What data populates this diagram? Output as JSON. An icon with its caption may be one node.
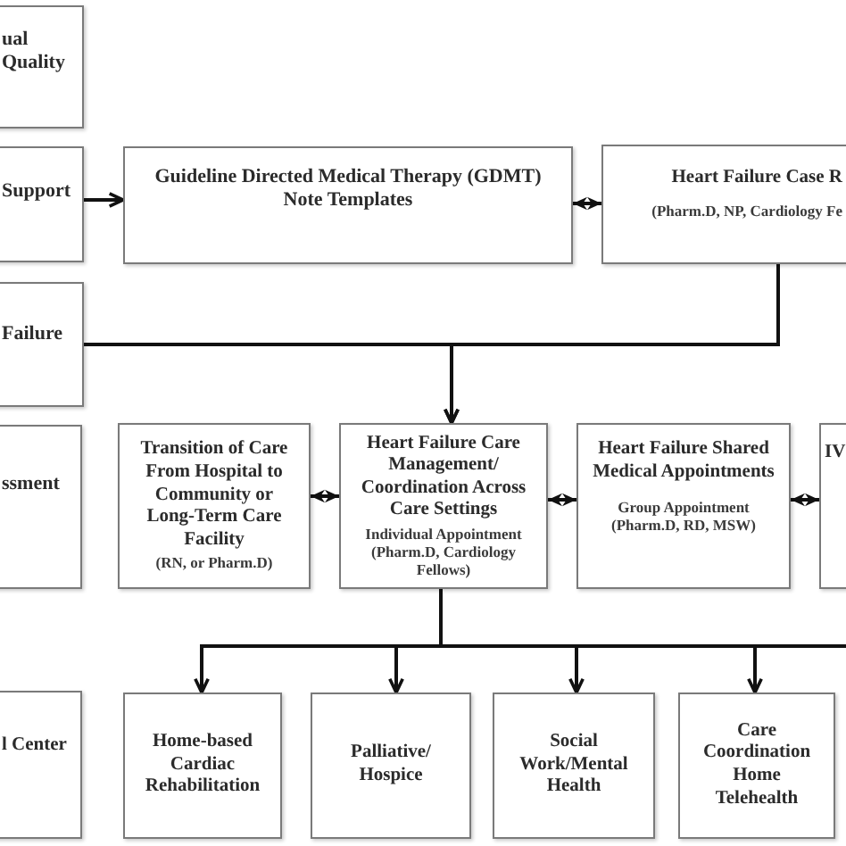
{
  "diagram": {
    "nodes": [
      {
        "text": [
          "ual Quality"
        ]
      },
      {
        "text": [
          "Support"
        ]
      },
      {
        "text": [
          "Guideline Directed Medical Therapy (GDMT) Note Templates"
        ]
      },
      {
        "text": [
          "Heart Failure Case R",
          "(Pharm.D, NP, Cardiology Fe"
        ]
      },
      {
        "text": [
          "Failure"
        ]
      },
      {
        "text": [
          "ssment"
        ]
      },
      {
        "text": [
          "Transition of Care From Hospital to Community or Long-Term Care Facility",
          "(RN, or Pharm.D)"
        ]
      },
      {
        "text": [
          "Heart Failure Care Management/ Coordination Across Care Settings",
          "Individual Appointment (Pharm.D, Cardiology Fellows)"
        ]
      },
      {
        "text": [
          "Heart Failure Shared Medical Appointments",
          "Group Appointment (Pharm.D, RD, MSW)"
        ]
      },
      {
        "text": [
          "IV"
        ]
      },
      {
        "text": [
          "l Center"
        ]
      },
      {
        "text": [
          "Home-based Cardiac Rehabilitation"
        ]
      },
      {
        "text": [
          "Palliative/ Hospice"
        ]
      },
      {
        "text": [
          "Social Work/Mental Health"
        ]
      },
      {
        "text": [
          "Care Coordination Home Telehealth"
        ]
      }
    ],
    "edges": [
      {
        "from": 1,
        "to": 2,
        "arrow": "to"
      },
      {
        "from": 2,
        "to": 3,
        "arrow": "both"
      },
      {
        "from": 4,
        "to": 7,
        "arrow": "to"
      },
      {
        "from": 3,
        "to": 7,
        "arrow": "to"
      },
      {
        "from": 6,
        "to": 7,
        "arrow": "both"
      },
      {
        "from": 7,
        "to": 8,
        "arrow": "both"
      },
      {
        "from": 8,
        "to": 9,
        "arrow": "both"
      },
      {
        "from": 7,
        "to": 11,
        "arrow": "to"
      },
      {
        "from": 7,
        "to": 12,
        "arrow": "to"
      },
      {
        "from": 7,
        "to": 13,
        "arrow": "to"
      },
      {
        "from": 7,
        "to": 14,
        "arrow": "to"
      },
      {
        "from": 7,
        "to": null,
        "arrow": "none"
      }
    ]
  }
}
